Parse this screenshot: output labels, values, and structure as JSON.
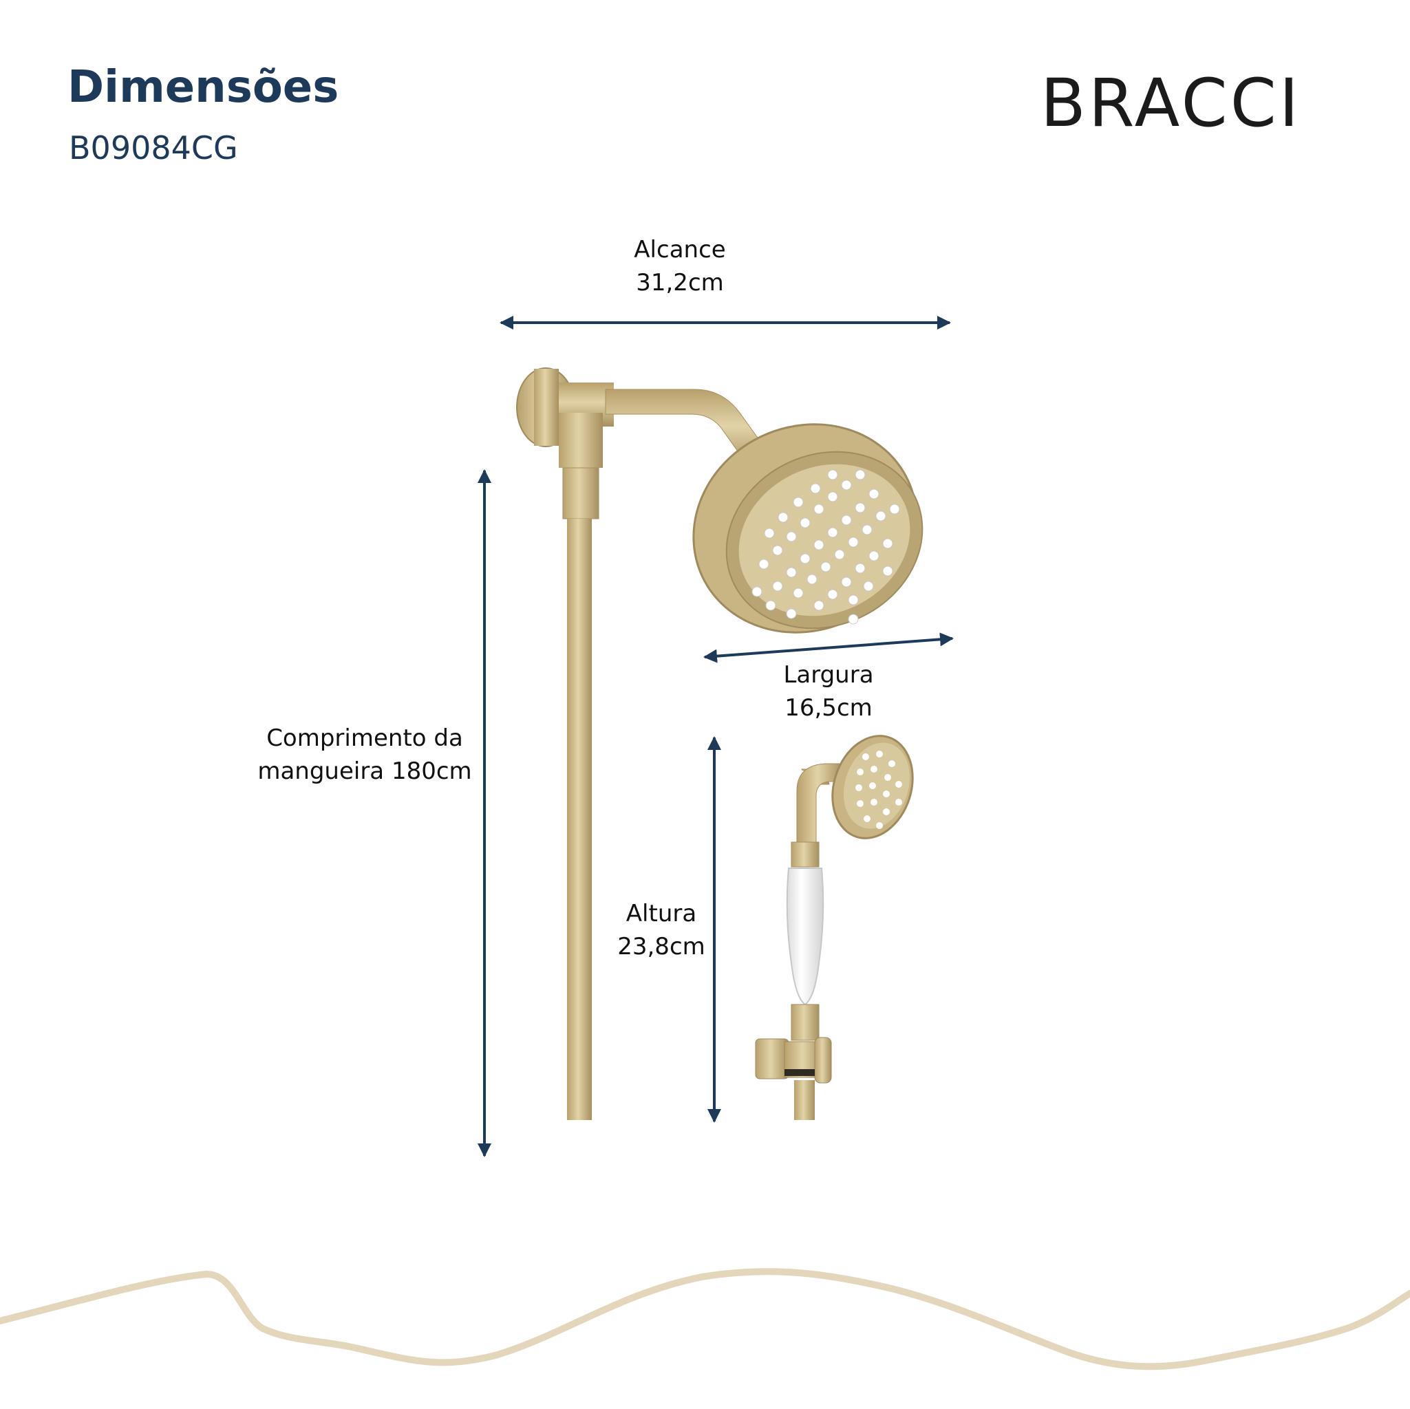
{
  "header": {
    "title": "Dimensões",
    "sku": "B09084CG"
  },
  "brand": {
    "logo_text": "BRACCI"
  },
  "dimensions": {
    "reach": {
      "label": "Alcance",
      "value": "31,2cm"
    },
    "width": {
      "label": "Largura",
      "value": "16,5cm"
    },
    "hose": {
      "label": "Comprimento da",
      "value": "mangueira 180cm"
    },
    "height": {
      "label": "Altura",
      "value": "23,8cm"
    }
  },
  "colors": {
    "title": "#1d3a5a",
    "arrow": "#1d3a5a",
    "brass": "#cbb887",
    "brass_dark": "#9e8a5c",
    "wave": "#e3d6ba",
    "logo": "#1b1b1b"
  }
}
